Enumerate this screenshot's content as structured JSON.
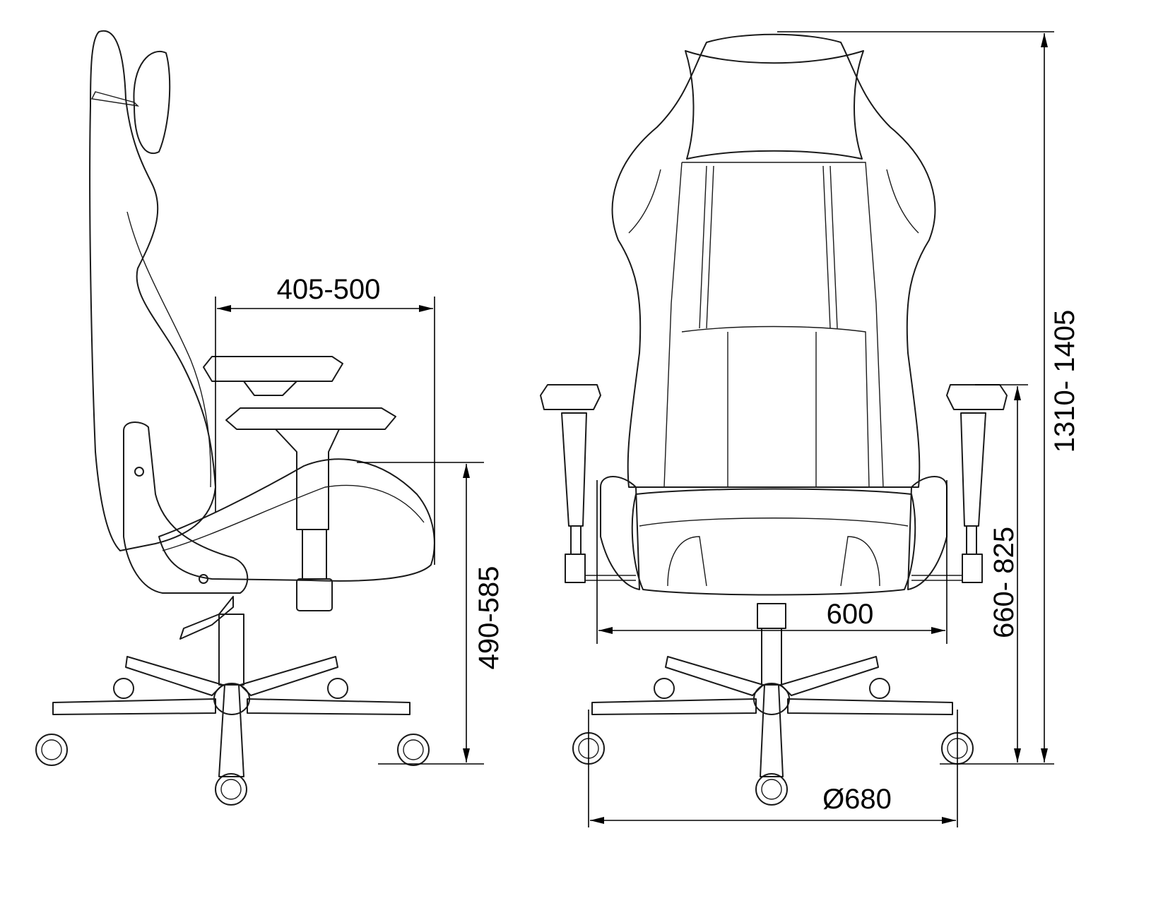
{
  "dimensions": {
    "seat_depth": "405-500",
    "seat_height": "490-585",
    "seat_width": "600",
    "base_diameter": "Ø680",
    "armrest_height": "660- 825",
    "total_height": "1310- 1405"
  },
  "colors": {
    "line": "#000000",
    "background": "#ffffff"
  }
}
